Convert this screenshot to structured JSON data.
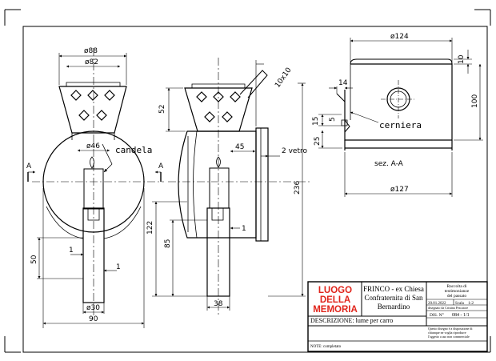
{
  "dimensions": {
    "front_top_outer": "ø88",
    "front_top_inner": "ø82",
    "front_shade_height": "52",
    "front_candle_dia": "ø46",
    "front_base_dia": "ø30",
    "front_width": "90",
    "front_tube_height": "50",
    "front_tube_wall": "1",
    "front_tube_wall_2": "1",
    "side_depth": "45",
    "side_glass": "2 vetro",
    "side_height": "236",
    "side_lower": "122",
    "side_mid": "85",
    "side_base": "38",
    "side_wall": "1",
    "side_bracket": "10x10",
    "section_top": "ø124",
    "section_bottom": "ø127",
    "section_lip": "10",
    "section_height": "100",
    "section_hinge_w": "14",
    "section_15": "15",
    "section_5": "5",
    "section_25": "25"
  },
  "labels": {
    "candle": "candela",
    "hinge": "cerniera",
    "section_name": "sez. A-A",
    "section_mark_left": "A",
    "section_mark_right": "A"
  },
  "title_block": {
    "logo_line1": "LUOGO",
    "logo_line2": "DELLA",
    "logo_line3": "MEMORIA",
    "title_line1": "FRINCO - ex Chiesa",
    "title_line2": "Confraternita di San",
    "title_line3": "Bernardino",
    "collection_line1": "Raccolta di",
    "collection_line2": "testimonianze",
    "collection_line3": "del passato",
    "date": "20.01.2022",
    "scale_label": "Scala",
    "scale_value": "1:2",
    "designer_line": "disegnato da Cristina Pescatore",
    "drawing_no_label": "DIS. N°",
    "drawing_no": "084 - 1/1",
    "description": "DESCRIZIONE: lume per carro",
    "note1": "Questo disegno è a disposizione di",
    "note2": "chiunque ne voglia riprodurre",
    "note3": "l'oggetto a uso non commerciale",
    "notes": "NOTE: completato"
  },
  "colors": {
    "logo_red": "#e0241b",
    "line": "#000000"
  }
}
